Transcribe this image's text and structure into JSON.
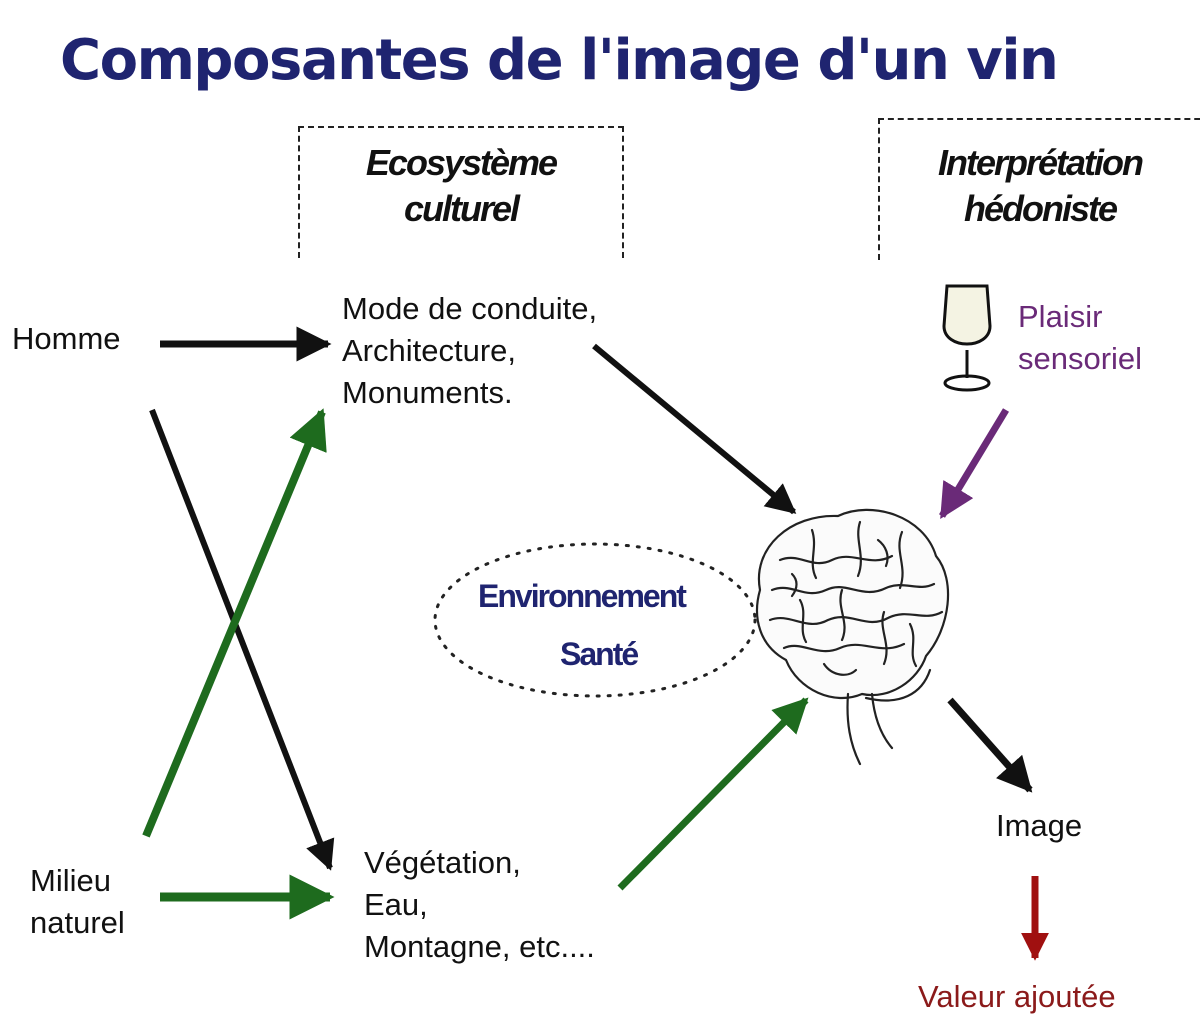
{
  "title": "Composantes de l'image d'un vin",
  "sections": {
    "cultural": [
      "Ecosystème",
      "culturel"
    ],
    "hedonic": [
      "Interprétation",
      "hédoniste"
    ]
  },
  "nodes": {
    "homme": "Homme",
    "milieu": [
      "Milieu",
      "naturel"
    ],
    "culture_items": [
      "Mode de conduite,",
      "Architecture,",
      "Monuments."
    ],
    "nature_items": [
      "Végétation,",
      "Eau,",
      "Montagne, etc...."
    ],
    "plaisir": [
      "Plaisir",
      "sensoriel"
    ],
    "image": "Image",
    "valeur": "Valeur ajoutée"
  },
  "ellipse": {
    "line1": "Environnement",
    "line2": "Santé"
  },
  "icons": {
    "wine_glass": "wine-glass-icon",
    "brain": "brain-icon"
  },
  "colors": {
    "title": "#1f2470",
    "black_arrow": "#111111",
    "green_arrow": "#1e6b1e",
    "purple_arrow": "#6a2a78",
    "red_arrow": "#a01010"
  }
}
